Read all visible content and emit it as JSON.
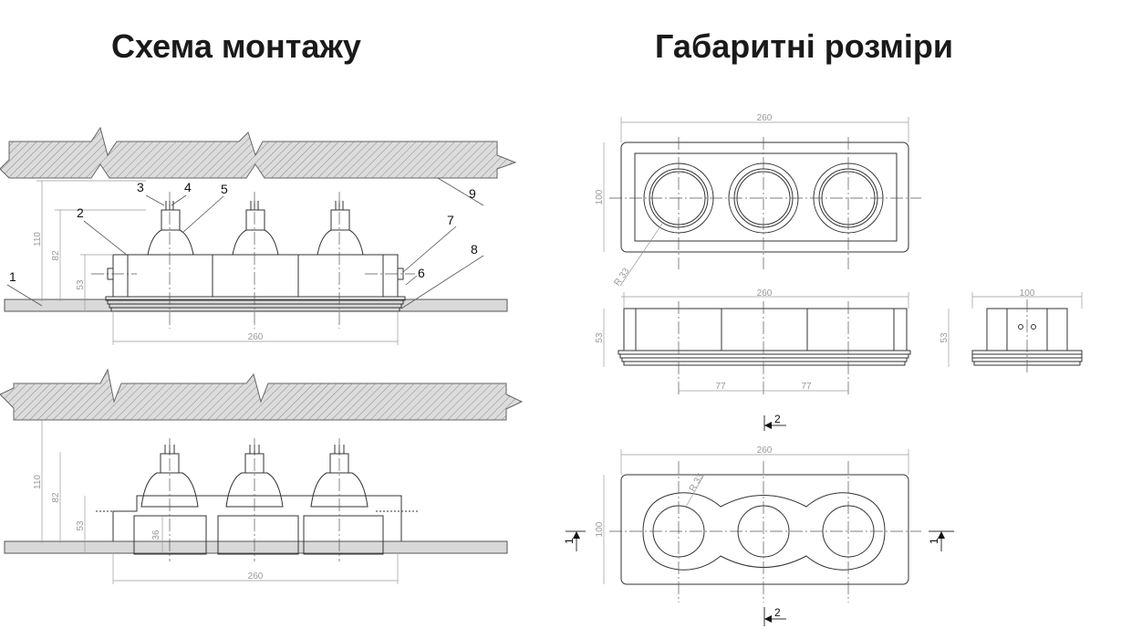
{
  "titles": {
    "left": "Схема монтажу",
    "right": "Габаритні розміри"
  },
  "callouts": [
    "1",
    "2",
    "3",
    "4",
    "5",
    "6",
    "7",
    "8",
    "9"
  ],
  "dims": {
    "d110": "110",
    "d82": "82",
    "d53": "53",
    "d36": "36",
    "d260": "260",
    "d100": "100",
    "d77": "77",
    "r33": "R 33"
  },
  "sections": {
    "s1": "1",
    "s2": "2"
  }
}
